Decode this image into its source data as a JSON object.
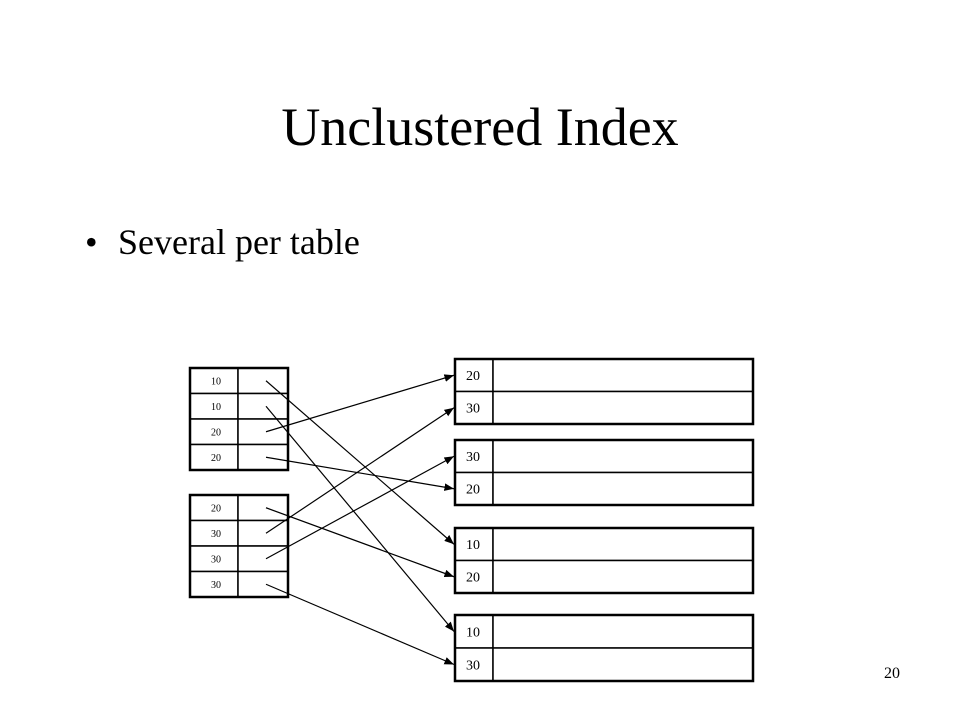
{
  "slide": {
    "title": "Unclustered Index",
    "bullets": [
      "Several per table"
    ],
    "page_number": "20"
  },
  "index_blocks": [
    {
      "keys": [
        "10",
        "10",
        "20",
        "20"
      ]
    },
    {
      "keys": [
        "20",
        "30",
        "30",
        "30"
      ]
    }
  ],
  "data_pages": [
    {
      "keys": [
        "20",
        "30"
      ]
    },
    {
      "keys": [
        "30",
        "20"
      ]
    },
    {
      "keys": [
        "10",
        "20"
      ]
    },
    {
      "keys": [
        "10",
        "30"
      ]
    }
  ],
  "pointers": [
    {
      "from": "index-block-1-row-1",
      "to": "data-page-3-row-1"
    },
    {
      "from": "index-block-1-row-2",
      "to": "data-page-4-row-1"
    },
    {
      "from": "index-block-1-row-3",
      "to": "data-page-1-row-1"
    },
    {
      "from": "index-block-1-row-4",
      "to": "data-page-2-row-2"
    },
    {
      "from": "index-block-2-row-1",
      "to": "data-page-3-row-2"
    },
    {
      "from": "index-block-2-row-2",
      "to": "data-page-1-row-2"
    },
    {
      "from": "index-block-2-row-3",
      "to": "data-page-2-row-1"
    },
    {
      "from": "index-block-2-row-4",
      "to": "data-page-4-row-2"
    }
  ]
}
